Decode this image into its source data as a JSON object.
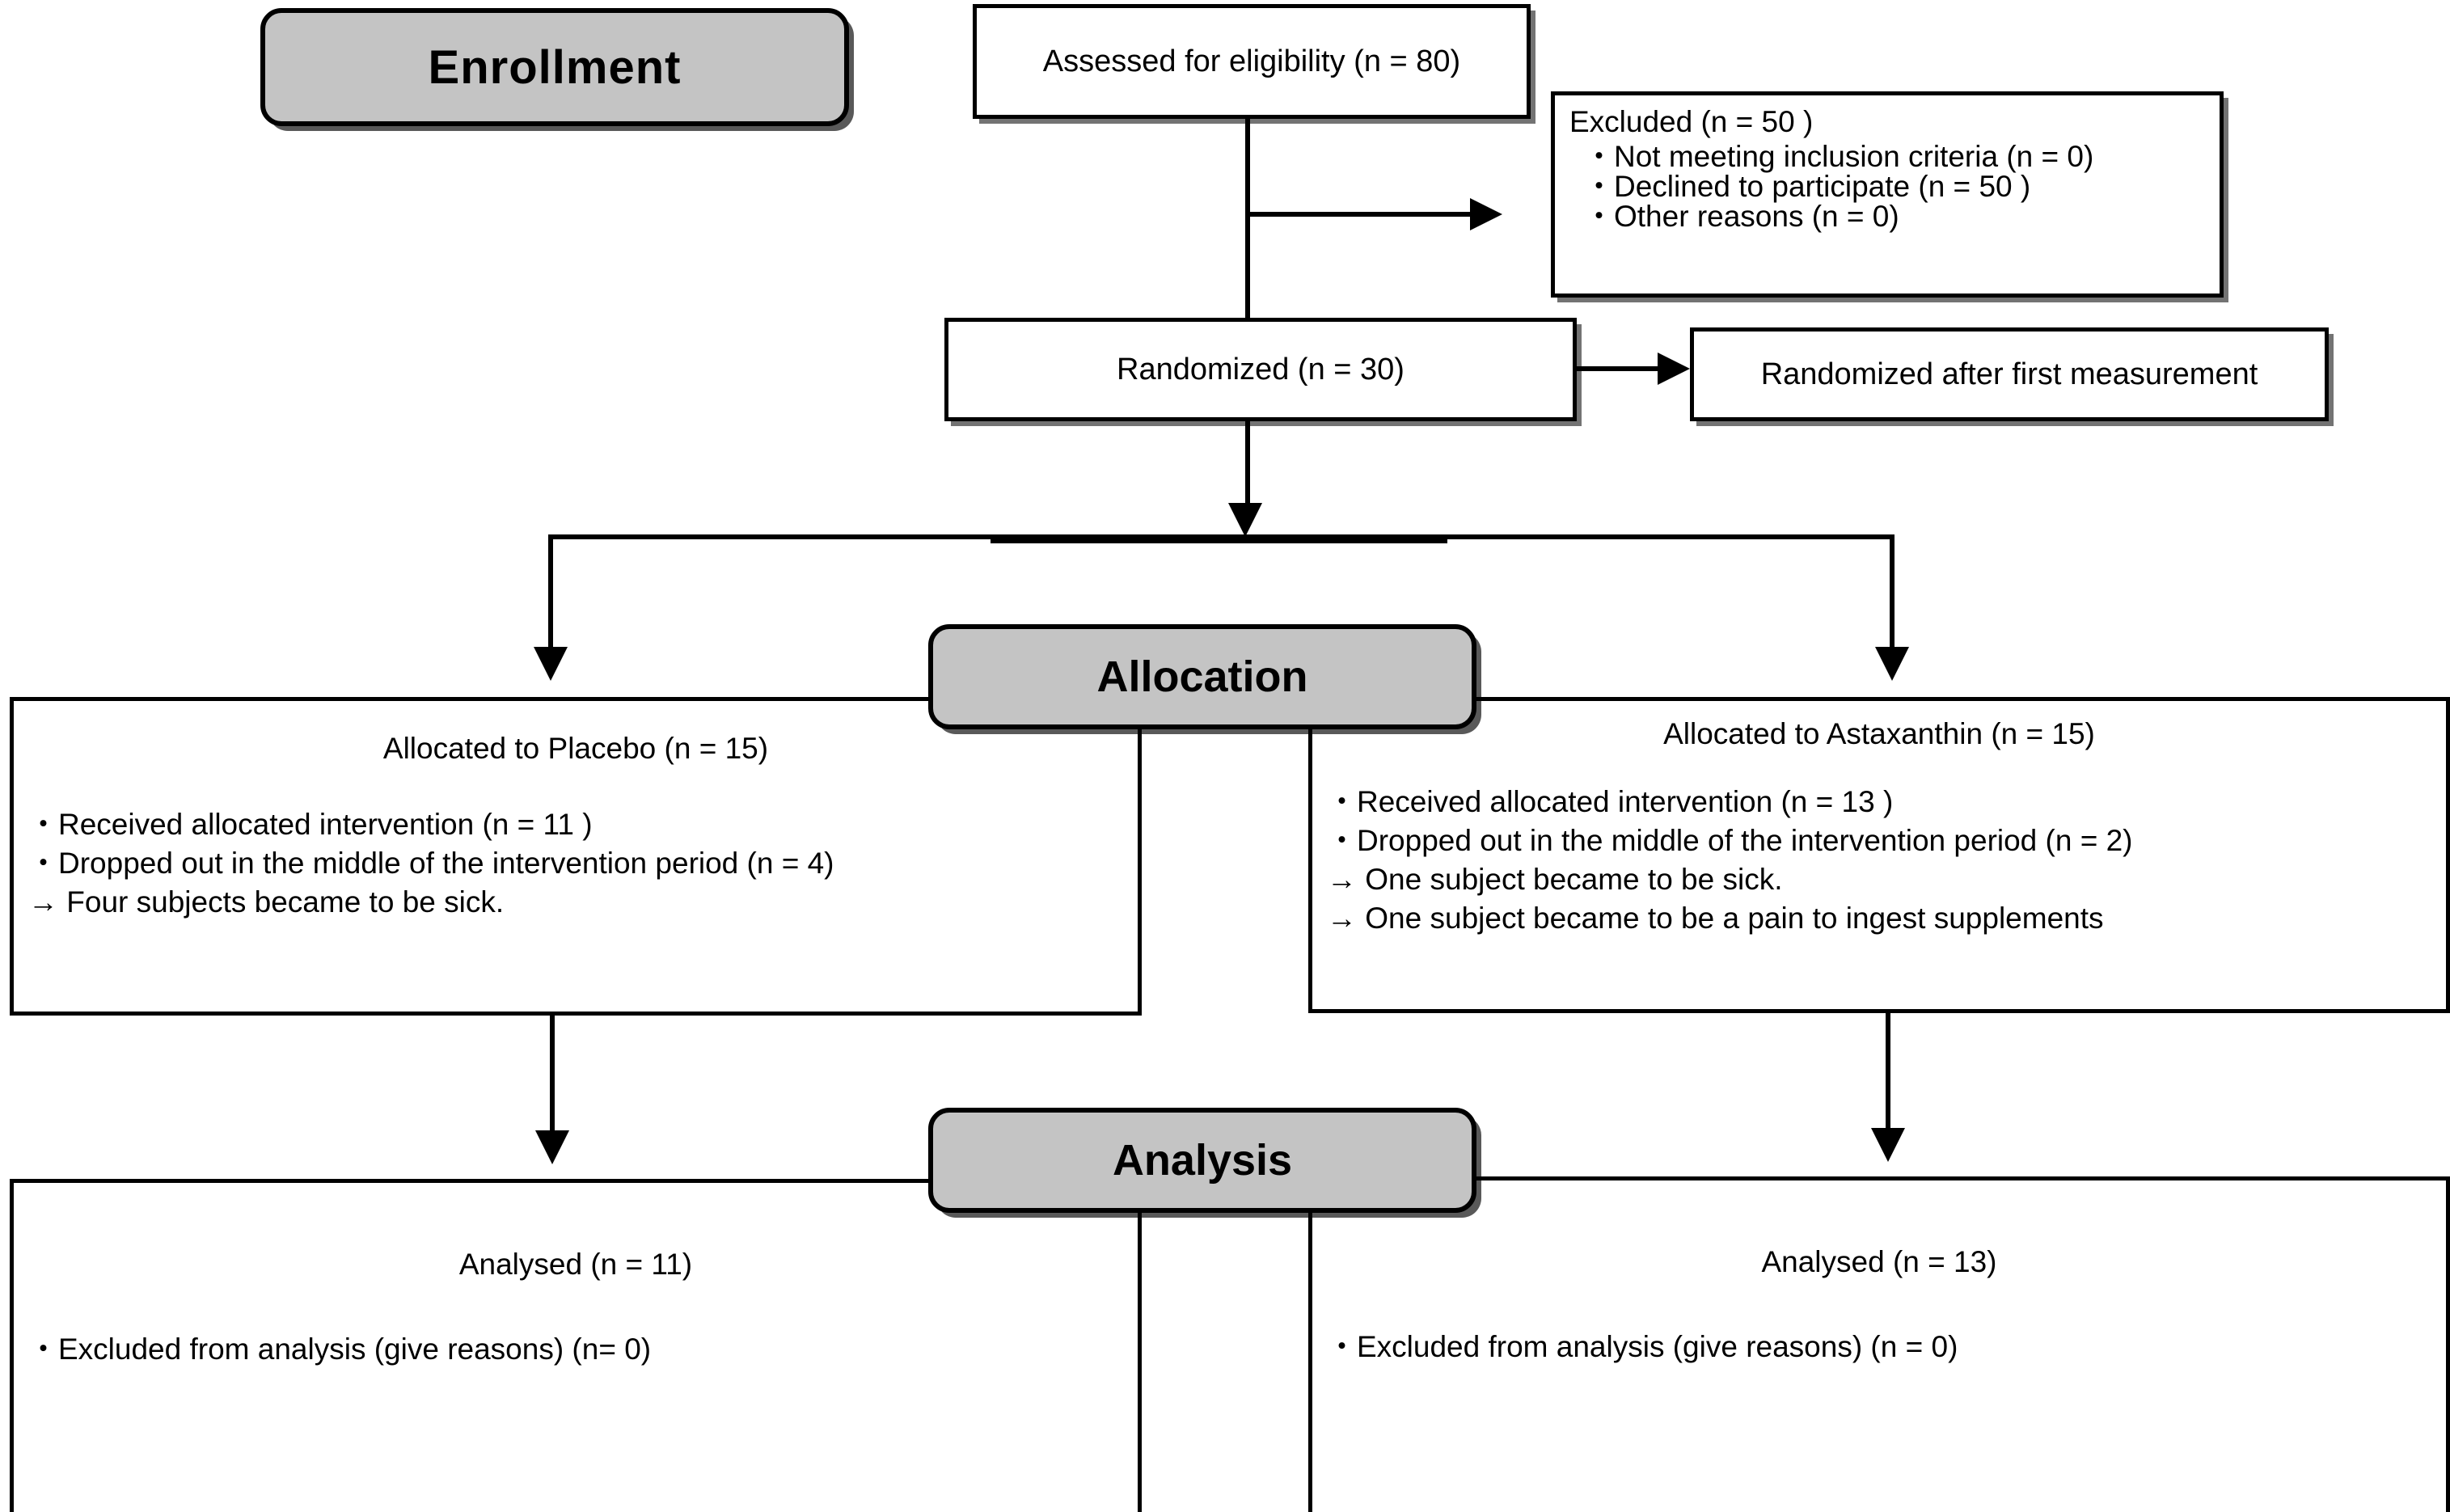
{
  "diagram": {
    "title": "CONSORT participant flow diagram",
    "accent_gray": "#c4c4c4",
    "line_color": "#000000",
    "background": "#ffffff"
  },
  "stages": {
    "enrollment": "Enrollment",
    "allocation": "Allocation",
    "analysis": "Analysis"
  },
  "enrollment": {
    "assessed": "Assessed for eligibility (n = 80)",
    "excluded": {
      "heading": "Excluded  (n = 50  )",
      "reasons": [
        "・Not meeting inclusion criteria (n = 0)",
        "・Declined to participate (n = 50 )",
        "・Other reasons (n = 0)"
      ]
    },
    "randomized": "Randomized (n = 30)",
    "randomized_after": "Randomized after first measurement"
  },
  "allocation": {
    "left": {
      "heading": "Allocated to Placebo  (n = 15)",
      "lines": [
        "・Received allocated intervention (n = 11 )",
        "・Dropped out in the middle of the intervention period (n = 4)",
        "→ Four subjects became to be  sick."
      ]
    },
    "right": {
      "heading": "Allocated to Astaxanthin  (n = 15)",
      "lines": [
        "・Received allocated intervention (n = 13 )",
        "・Dropped out in the middle of the intervention period (n = 2)",
        "→ One subject became to be  sick.",
        "→ One subject became to be a pain to ingest supplements"
      ]
    }
  },
  "analysis": {
    "left": {
      "heading": "Analysed  (n = 11)",
      "lines": [
        "・Excluded from analysis (give reasons) (n= 0)"
      ]
    },
    "right": {
      "heading": "Analysed  (n = 13)",
      "lines": [
        "・Excluded from analysis (give reasons) (n = 0)"
      ]
    }
  }
}
